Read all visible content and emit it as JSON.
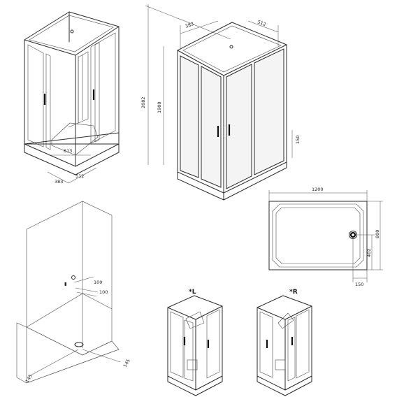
{
  "figures": {
    "top_left": {
      "dims": [
        "613",
        "383",
        "512"
      ]
    },
    "top_center": {
      "dims": [
        "2082",
        "1900",
        "383",
        "512",
        "150"
      ]
    },
    "tray_plan": {
      "dims": [
        "1200",
        "800",
        "402",
        "150"
      ]
    },
    "wall_layout": {
      "dims": [
        "100",
        "100",
        "145",
        "145"
      ]
    },
    "variants": {
      "left_label": "*L",
      "right_label": "*R"
    }
  }
}
